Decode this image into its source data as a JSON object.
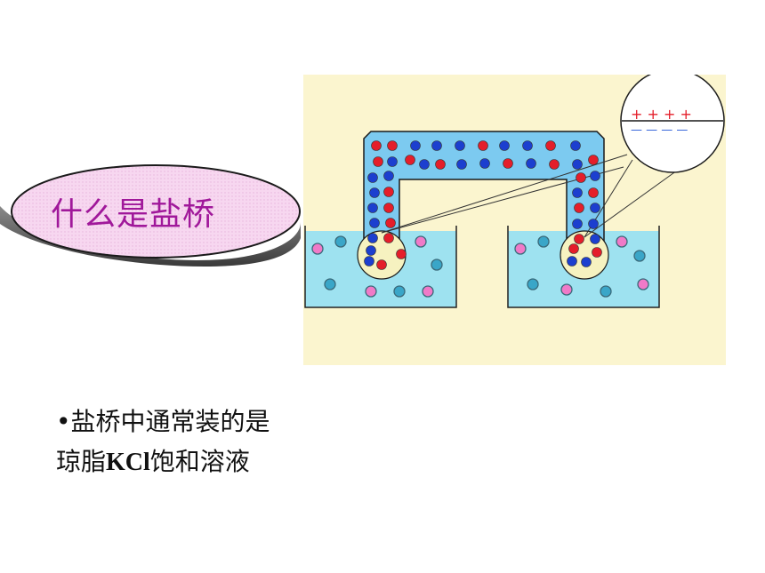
{
  "title": {
    "text": "什么是盐桥"
  },
  "diagram": {
    "plus_signs": "+  +  +  +",
    "minus_signs": "—  —  —  —",
    "colors": {
      "background": "#fbf5cf",
      "solution": "#9ee2f0",
      "bridge": "#7ccaf0",
      "cation_red": "#e41e2a",
      "anion_blue": "#1c3fcf",
      "solution_pink": "#f07ac8",
      "solution_teal": "#3aa6c8"
    }
  },
  "bullet": {
    "line1": "•盐桥中通常装的是",
    "line2_prefix": "琼脂",
    "line2_formula": "KCl",
    "line2_suffix": "饱和溶液"
  }
}
